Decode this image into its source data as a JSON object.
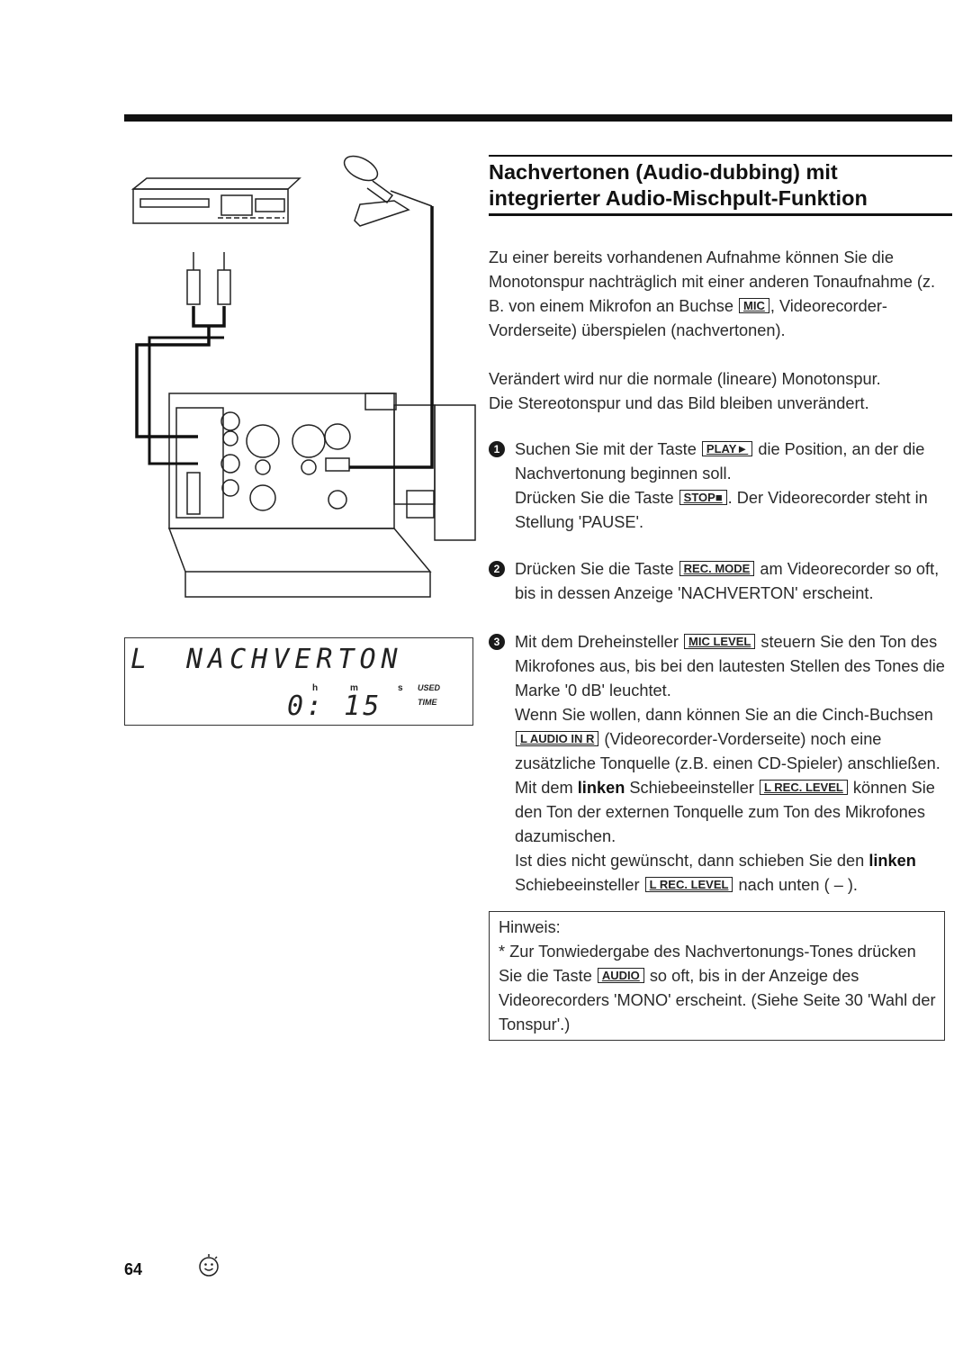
{
  "heading": {
    "line1": "Nachvertonen (Audio-dubbing) mit",
    "line2": "integrierter Audio-Mischpult-Funktion"
  },
  "intro": {
    "p1": "Zu einer bereits vorhandenen Aufnahme können Sie die Monotonspur nachträglich mit einer anderen Tonaufnahme (z. B. von einem Mikrofon an Buchse",
    "p1_key": "MIC",
    "p1_end": ", Videorecorder-Vorderseite) überspielen (nachvertonen).",
    "p2_line1": "Verändert wird nur die normale (lineare) Monotonspur.",
    "p2_line2": "Die Stereotonspur und das Bild bleiben unverändert."
  },
  "steps": [
    {
      "num": "1",
      "a": "Suchen Sie mit der Taste",
      "key1": "PLAY►",
      "b": "die Position, an der die Nachvertonung beginnen soll.",
      "c": "Drücken Sie die Taste",
      "key2": "STOP■",
      "d": ". Der Videorecorder steht in Stellung 'PAUSE'."
    },
    {
      "num": "2",
      "a": "Drücken Sie die Taste",
      "key1": "REC. MODE",
      "b": "am Videorecorder so oft, bis in dessen Anzeige 'NACHVERTON' erscheint."
    },
    {
      "num": "3",
      "a": "Mit dem Dreheinsteller",
      "key1": "MIC LEVEL",
      "b": "steuern Sie den Ton des Mikrofones aus, bis bei den lautesten Stellen des Tones die Marke '0 dB' leuchtet.",
      "c": "Wenn Sie wollen, dann können Sie an die Cinch-Buchsen",
      "key2": "L AUDIO IN R",
      "d": "(Videorecorder-Vorderseite) noch eine zusätzliche Tonquelle (z.B. einen CD-Spieler) anschließen. Mit dem",
      "d_bold": "linken",
      "d2": "Schiebeeinsteller",
      "key3": "L REC. LEVEL",
      "e": "können Sie den Ton der externen Tonquelle zum Ton des Mikrofones dazumischen.",
      "f": "Ist dies nicht gewünscht, dann schieben Sie den",
      "f_bold": "linken",
      "g": "Schiebeeinsteller",
      "key4": "L REC. LEVEL",
      "h": "nach unten ( – )."
    }
  ],
  "note": {
    "title": "Hinweis:",
    "a": "* Zur Tonwiedergabe des Nachvertonungs-Tones drücken Sie die Taste",
    "key": "AUDIO",
    "b": "so oft, bis in der Anzeige des Videorecorders 'MONO' erscheint. (Siehe Seite 30 'Wahl der Tonspur'.)"
  },
  "display": {
    "channel": "L",
    "text": "NACHVERTON",
    "h": "h",
    "m": "m",
    "s": "s",
    "used": "USED",
    "time_label": "TIME",
    "time": "0: 15"
  },
  "page_number": "64",
  "colors": {
    "ink": "#111111",
    "body_text": "#2a2a2a"
  }
}
